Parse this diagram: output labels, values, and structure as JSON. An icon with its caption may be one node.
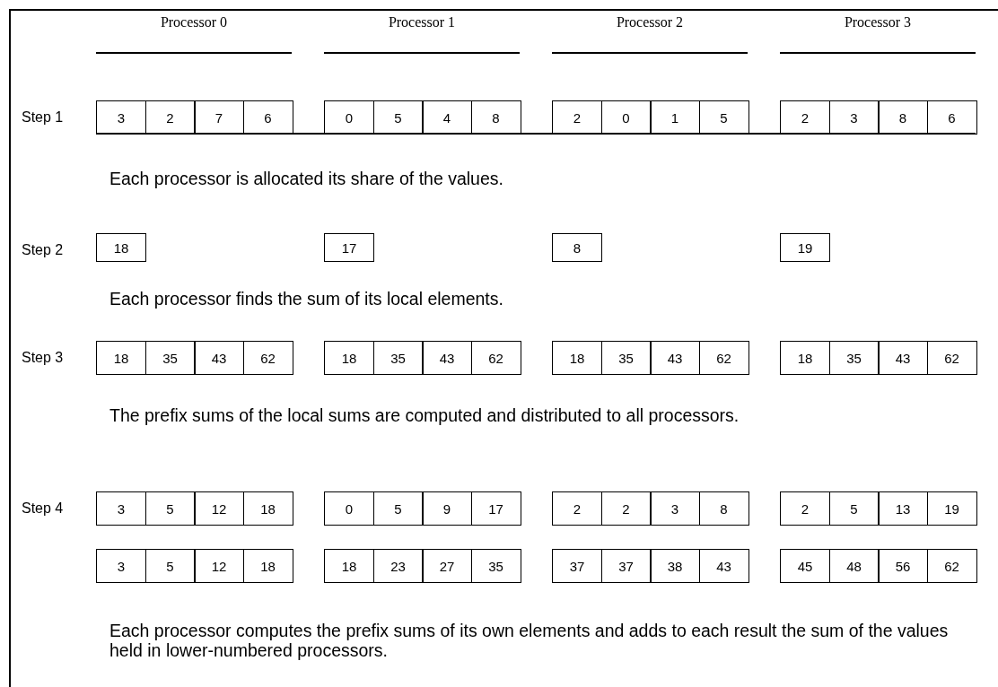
{
  "diagram": {
    "labels": [
      "Processor 0",
      "Processor 1",
      "Processor 2",
      "Processor 3",
      "Step 1",
      "3",
      "2",
      "7",
      "6",
      "0",
      "5",
      "4",
      "8",
      "2",
      "0",
      "1",
      "5",
      "2",
      "3",
      "8",
      "6",
      "Each processor is allocated its share of the values.",
      "Step 2",
      "18",
      "17",
      "8",
      "19",
      "Each processor finds the sum of its local elements.",
      "Step 3",
      "18",
      "35",
      "43",
      "62",
      "18",
      "35",
      "43",
      "62",
      "18",
      "35",
      "43",
      "62",
      "18",
      "35",
      "43",
      "62",
      "The prefix sums of the local sums are computed and distributed to all processors.",
      "Step 4",
      "3",
      "5",
      "12",
      "18",
      "0",
      "5",
      "9",
      "17",
      "2",
      "2",
      "3",
      "8",
      "2",
      "5",
      "13",
      "19",
      "3",
      "5",
      "12",
      "18",
      "18",
      "23",
      "27",
      "35",
      "37",
      "37",
      "38",
      "43",
      "45",
      "48",
      "56",
      "62",
      "Each processor computes the prefix sums of its own elements and adds to each result the sum of the values held in lower-numbered processors."
    ]
  }
}
